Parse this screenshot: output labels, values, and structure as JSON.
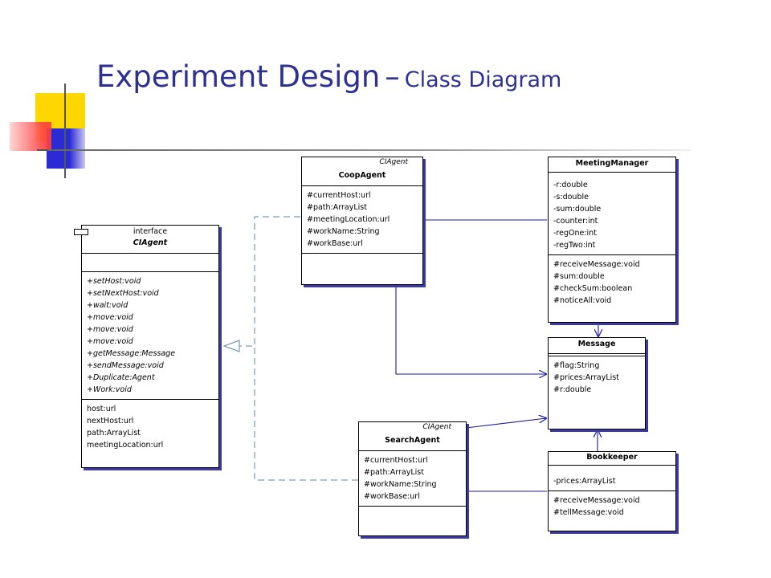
{
  "slide": {
    "title_main": "Experiment Design",
    "title_dash": "–",
    "title_sub": "Class Diagram"
  },
  "theme": {
    "title_color": "#2e3192",
    "accent_yellow": "#ffd700",
    "accent_red": "#ff4040",
    "accent_blue": "#2b2bd6",
    "class_shadow": "#3a3aa0",
    "association_line": "#1a1aa8"
  },
  "diagram": {
    "ciagent": {
      "stereotype": "interface",
      "name": "CIAgent",
      "methods": [
        "+setHost:void",
        "+setNextHost:void",
        "+wait:void",
        "+move:void",
        "+move:void",
        "+move:void",
        "+getMessage:Message",
        "+sendMessage:void",
        "+Duplicate:Agent",
        "+Work:void"
      ],
      "attributes": [
        "host:url",
        "nextHost:url",
        "path:ArrayList",
        "meetingLocation:url"
      ]
    },
    "coop_agent": {
      "stereotype": "CIAgent",
      "name": "CoopAgent",
      "attributes": [
        "#currentHost:url",
        "#path:ArrayList",
        "#meetingLocation:url",
        "#workName:String",
        "#workBase:url"
      ]
    },
    "search_agent": {
      "stereotype": "CIAgent",
      "name": "SearchAgent",
      "attributes": [
        "#currentHost:url",
        "#path:ArrayList",
        "#workName:String",
        "#workBase:url"
      ]
    },
    "meeting_manager": {
      "name": "MeetingManager",
      "attributes": [
        "-r:double",
        "-s:double",
        "-sum:double",
        "-counter:int",
        "-regOne:int",
        "-regTwo:int"
      ],
      "methods": [
        "#receiveMessage:void",
        "#sum:double",
        "#checkSum:boolean",
        "#noticeAll:void"
      ]
    },
    "message": {
      "name": "Message",
      "attributes": [
        "#flag:String",
        "#prices:ArrayList",
        "#r:double"
      ]
    },
    "bookkeeper": {
      "name": "Bookkeeper",
      "attributes": [
        "-prices:ArrayList"
      ],
      "methods": [
        "#receiveMessage:void",
        "#tellMessage:void"
      ]
    }
  }
}
